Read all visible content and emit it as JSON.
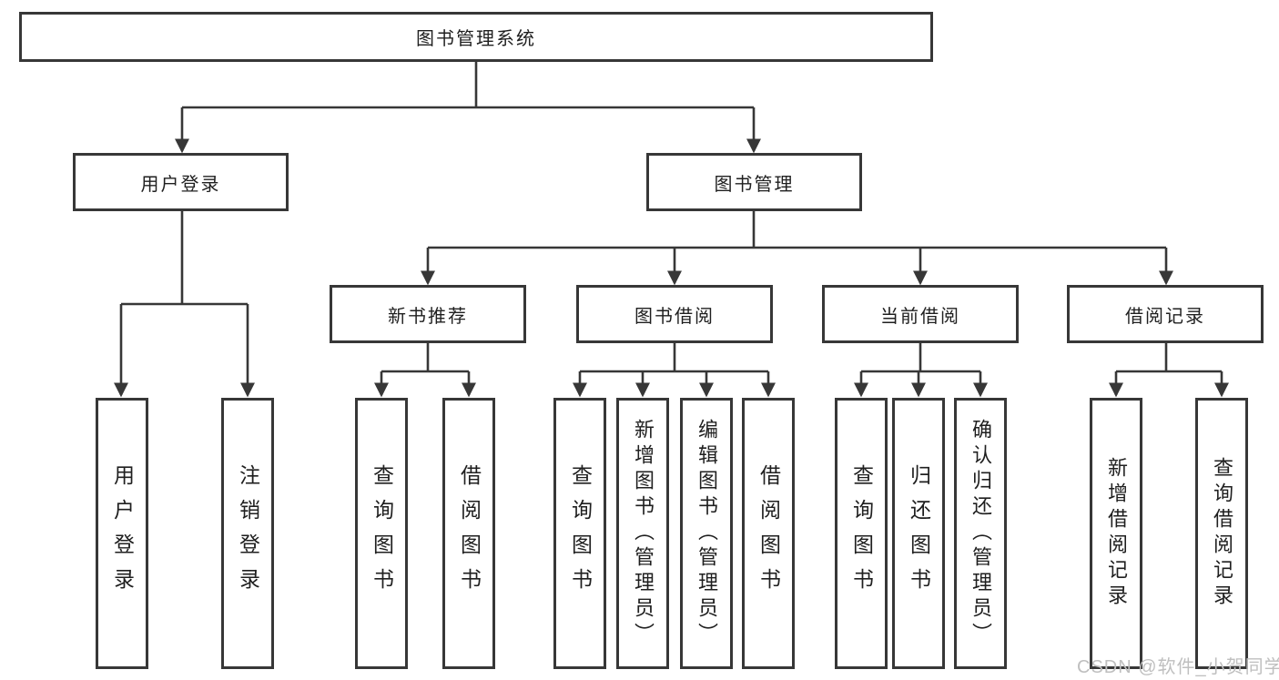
{
  "diagram_type": "hierarchy-tree",
  "tree": {
    "label": "图书管理系统",
    "children": [
      {
        "label": "用户登录",
        "children": [
          {
            "label": "用户登录"
          },
          {
            "label": "注销登录"
          }
        ]
      },
      {
        "label": "图书管理",
        "children": [
          {
            "label": "新书推荐",
            "children": [
              {
                "label": "查询图书"
              },
              {
                "label": "借阅图书"
              }
            ]
          },
          {
            "label": "图书借阅",
            "children": [
              {
                "label": "查询图书"
              },
              {
                "label": "新增图书（管理员）"
              },
              {
                "label": "编辑图书（管理员）"
              },
              {
                "label": "借阅图书"
              }
            ]
          },
          {
            "label": "当前借阅",
            "children": [
              {
                "label": "查询图书"
              },
              {
                "label": "归还图书"
              },
              {
                "label": "确认归还（管理员）"
              }
            ]
          },
          {
            "label": "借阅记录",
            "children": [
              {
                "label": "新增借阅记录"
              },
              {
                "label": "查询借阅记录"
              }
            ]
          }
        ]
      }
    ]
  },
  "watermark": "CSDN @软件_小贺同学",
  "colors": {
    "line": "#373737",
    "box_border": "#373737",
    "text": "#1f1f1f",
    "watermark": "#bfbfbf",
    "background": "#ffffff"
  }
}
